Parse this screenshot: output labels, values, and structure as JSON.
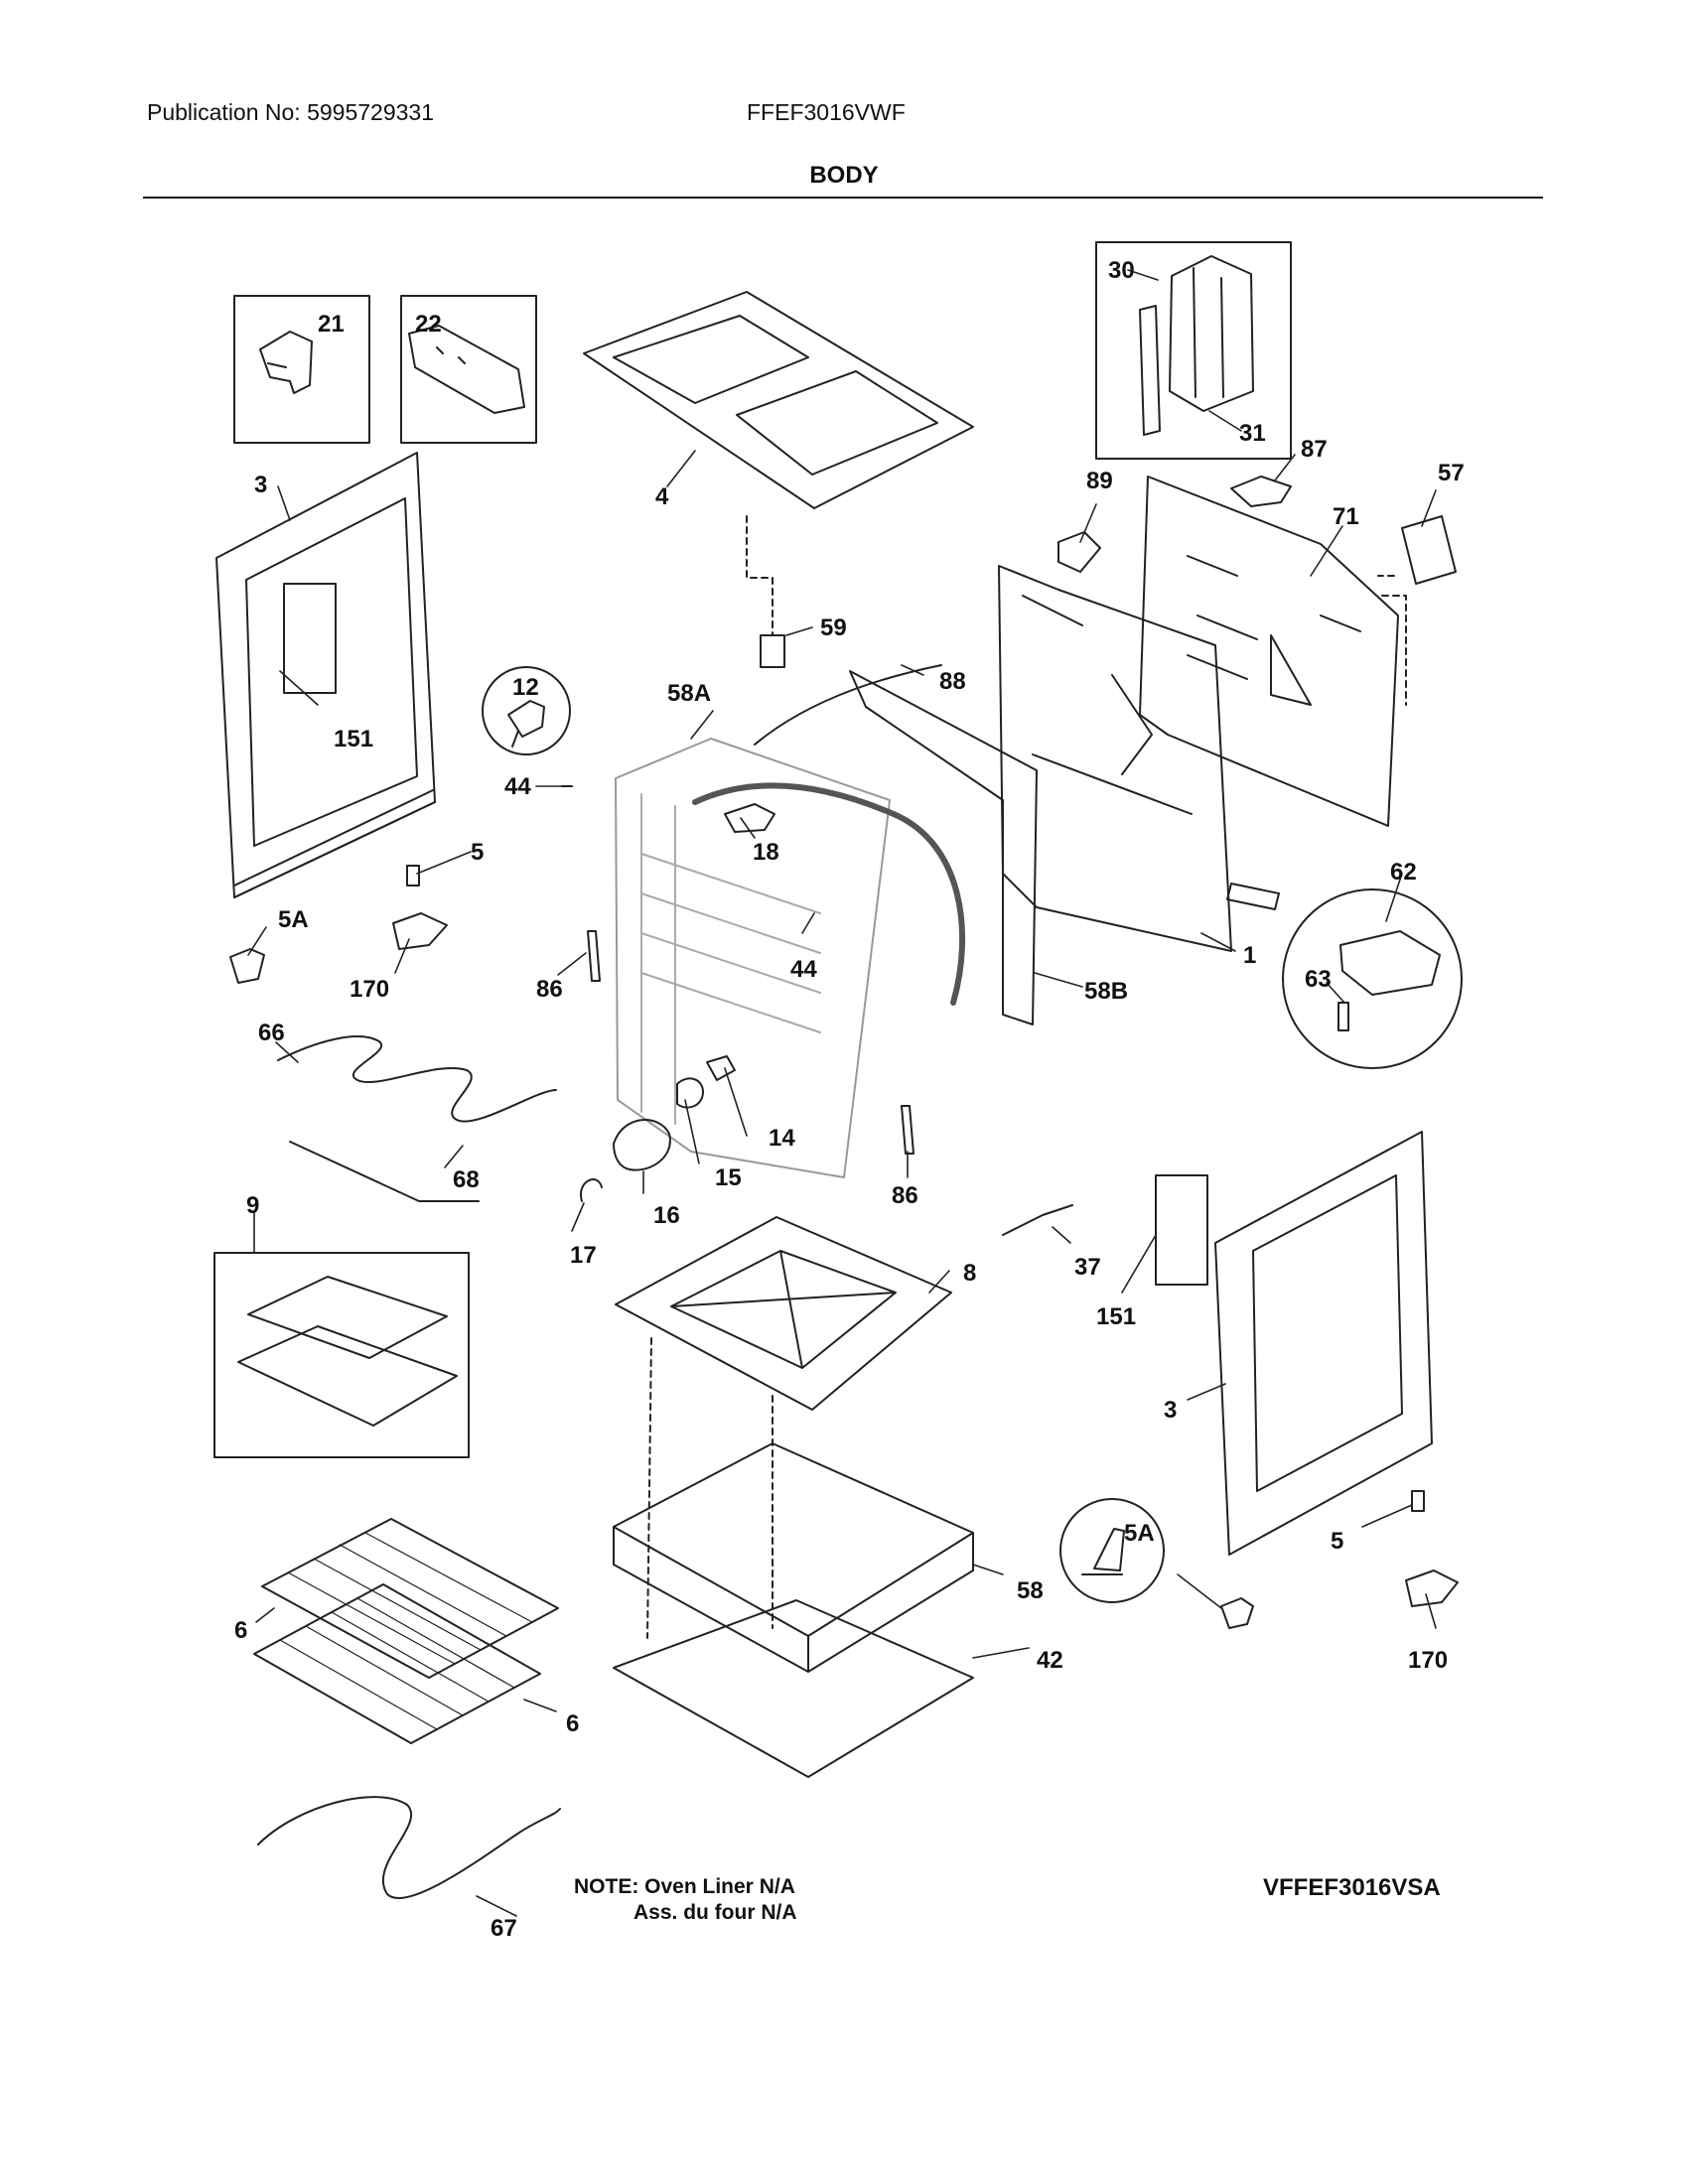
{
  "header": {
    "publication": "Publication No: 5995729331",
    "model": "FFEF3016VWF",
    "section_title": "BODY"
  },
  "callouts": [
    "21",
    "22",
    "3",
    "151",
    "4",
    "30",
    "31",
    "87",
    "57",
    "89",
    "71",
    "59",
    "88",
    "12",
    "58A",
    "44",
    "18",
    "5",
    "5A",
    "170",
    "86",
    "44",
    "58B",
    "1",
    "62",
    "63",
    "66",
    "14",
    "15",
    "68",
    "16",
    "17",
    "86",
    "9",
    "8",
    "37",
    "151",
    "3",
    "5A",
    "5",
    "58",
    "42",
    "170",
    "6",
    "6",
    "67"
  ],
  "note": {
    "line1": "NOTE: Oven Liner N/A",
    "line2": "Ass. du four N/A"
  },
  "drawing_code": "VFFEF3016VSA"
}
